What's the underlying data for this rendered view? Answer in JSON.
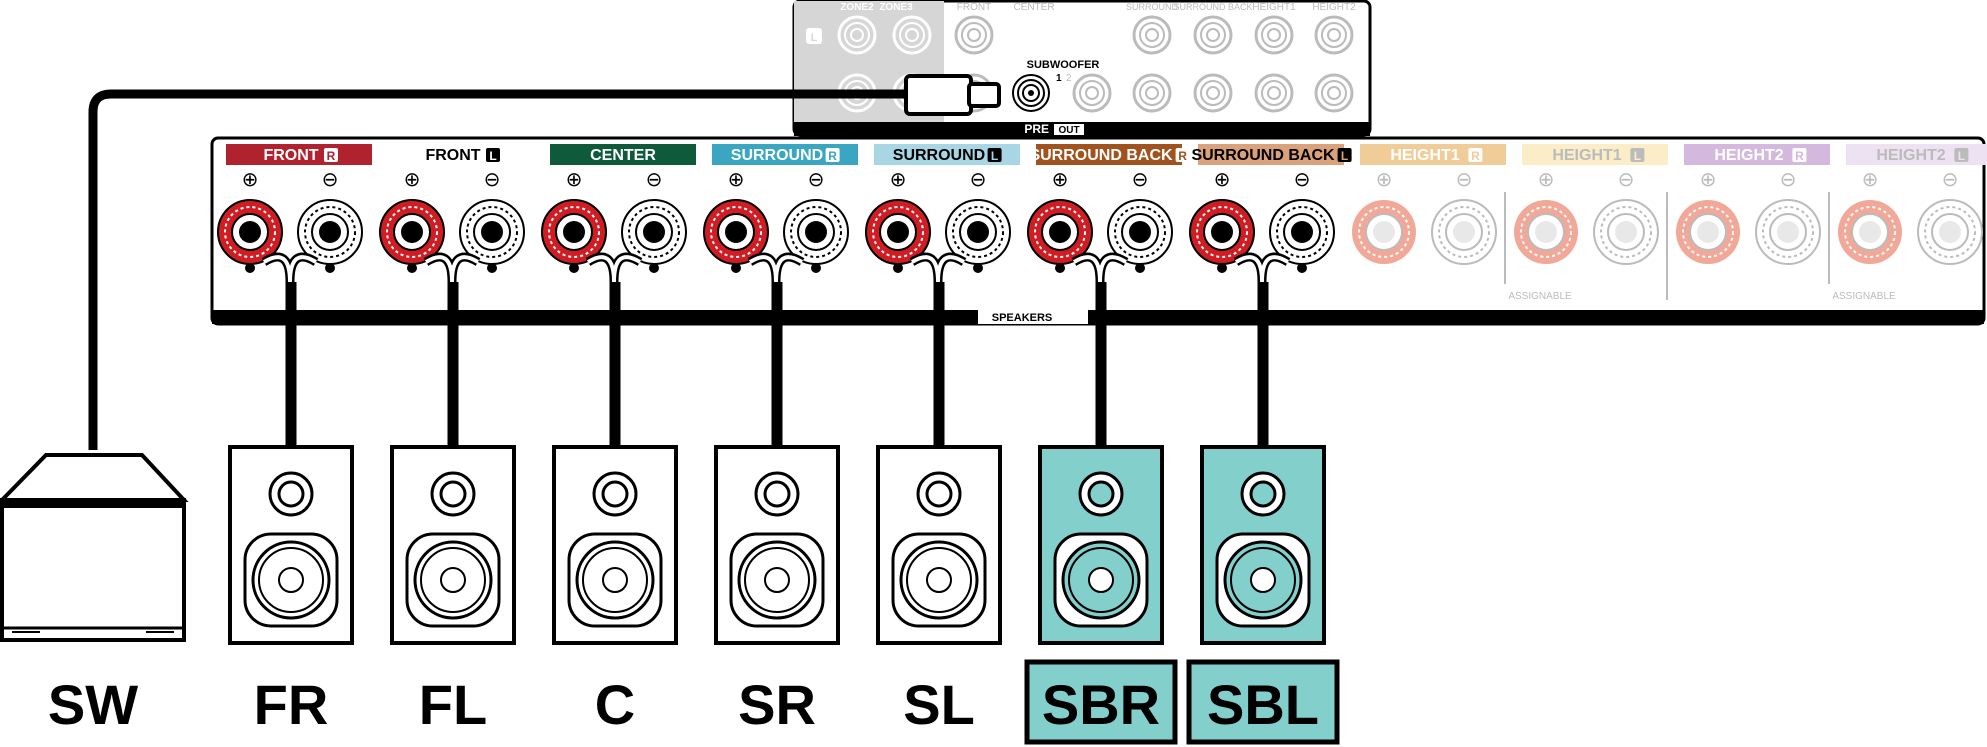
{
  "preout_panel": {
    "jack_labels": [
      "ZONE2",
      "ZONE3",
      "FRONT",
      "CENTER",
      "SURROUND",
      "SURROUND BACK",
      "HEIGHT1",
      "HEIGHT2"
    ],
    "zone_marker": "L",
    "subwoofer_label": "SUBWOOFER",
    "subwoofer_numbers": [
      "1",
      "2"
    ],
    "pre_label": "PRE",
    "out_label": "OUT"
  },
  "speaker_panel": {
    "plus_symbol": "⊕",
    "minus_symbol": "⊖",
    "speakers_label": "SPEAKERS",
    "assignable_label": "ASSIGNABLE",
    "terminals": [
      {
        "name": "FRONT",
        "side": "R",
        "color": "#b0222e",
        "text_color": "#ffffff",
        "side_invert": true,
        "faded": false
      },
      {
        "name": "FRONT",
        "side": "L",
        "color": "#ffffff",
        "text_color": "#000000",
        "side_invert": false,
        "faded": false
      },
      {
        "name": "CENTER",
        "side": "",
        "color": "#0f5a3a",
        "text_color": "#ffffff",
        "side_invert": false,
        "faded": false
      },
      {
        "name": "SURROUND",
        "side": "R",
        "color": "#3aa6c2",
        "text_color": "#ffffff",
        "side_invert": true,
        "faded": false
      },
      {
        "name": "SURROUND",
        "side": "L",
        "color": "#a8d6e5",
        "text_color": "#000000",
        "side_invert": false,
        "faded": false
      },
      {
        "name": "SURROUND BACK",
        "side": "R",
        "color": "#a0521f",
        "text_color": "#ffffff",
        "side_invert": true,
        "faded": false
      },
      {
        "name": "SURROUND BACK",
        "side": "L",
        "color": "#d9a27a",
        "text_color": "#000000",
        "side_invert": false,
        "faded": false
      },
      {
        "name": "HEIGHT1",
        "side": "R",
        "color": "#f0cc98",
        "text_color": "#ffffff",
        "side_invert": true,
        "faded": true
      },
      {
        "name": "HEIGHT1",
        "side": "L",
        "color": "#fbedc8",
        "text_color": "#bbbbbb",
        "side_invert": false,
        "faded": true
      },
      {
        "name": "HEIGHT2",
        "side": "R",
        "color": "#d5b8de",
        "text_color": "#ffffff",
        "side_invert": true,
        "faded": true
      },
      {
        "name": "HEIGHT2",
        "side": "L",
        "color": "#ede2f2",
        "text_color": "#bbbbbb",
        "side_invert": false,
        "faded": true
      }
    ]
  },
  "speakers": [
    {
      "label": "SW",
      "type": "subwoofer",
      "highlighted": false
    },
    {
      "label": "FR",
      "type": "speaker",
      "highlighted": false
    },
    {
      "label": "FL",
      "type": "speaker",
      "highlighted": false
    },
    {
      "label": "C",
      "type": "speaker",
      "highlighted": false
    },
    {
      "label": "SR",
      "type": "speaker",
      "highlighted": false
    },
    {
      "label": "SL",
      "type": "speaker",
      "highlighted": false
    },
    {
      "label": "SBR",
      "type": "speaker",
      "highlighted": true
    },
    {
      "label": "SBL",
      "type": "speaker",
      "highlighted": true
    }
  ],
  "colors": {
    "highlight": "#82cfcc",
    "terminal_red": "#d01d24",
    "terminal_faded": "#f2a898",
    "panel_faded_text": "#bbbbbb"
  }
}
